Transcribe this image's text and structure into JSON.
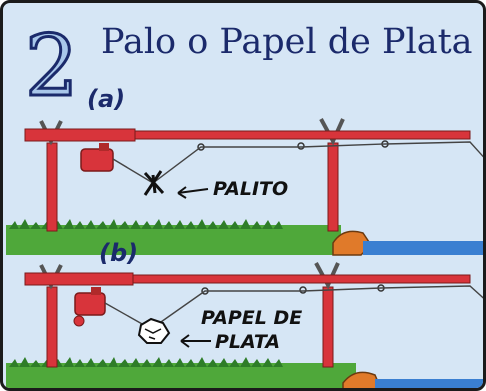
{
  "panel": {
    "number": "2",
    "title": "Palo o Papel de Plata"
  },
  "scene_a": {
    "label": "(a)",
    "indicator_label": "PALITO"
  },
  "scene_b": {
    "label": "(b)",
    "indicator_label_line1": "PAPEL DE",
    "indicator_label_line2": "PLATA"
  },
  "colors": {
    "sky": "#d6e6f5",
    "rod": "#d8343b",
    "line": "#444444",
    "grass": "#4fa83a",
    "water": "#3a7fd1",
    "bank": "#e07a2a",
    "ink": "#1b2a6b"
  }
}
